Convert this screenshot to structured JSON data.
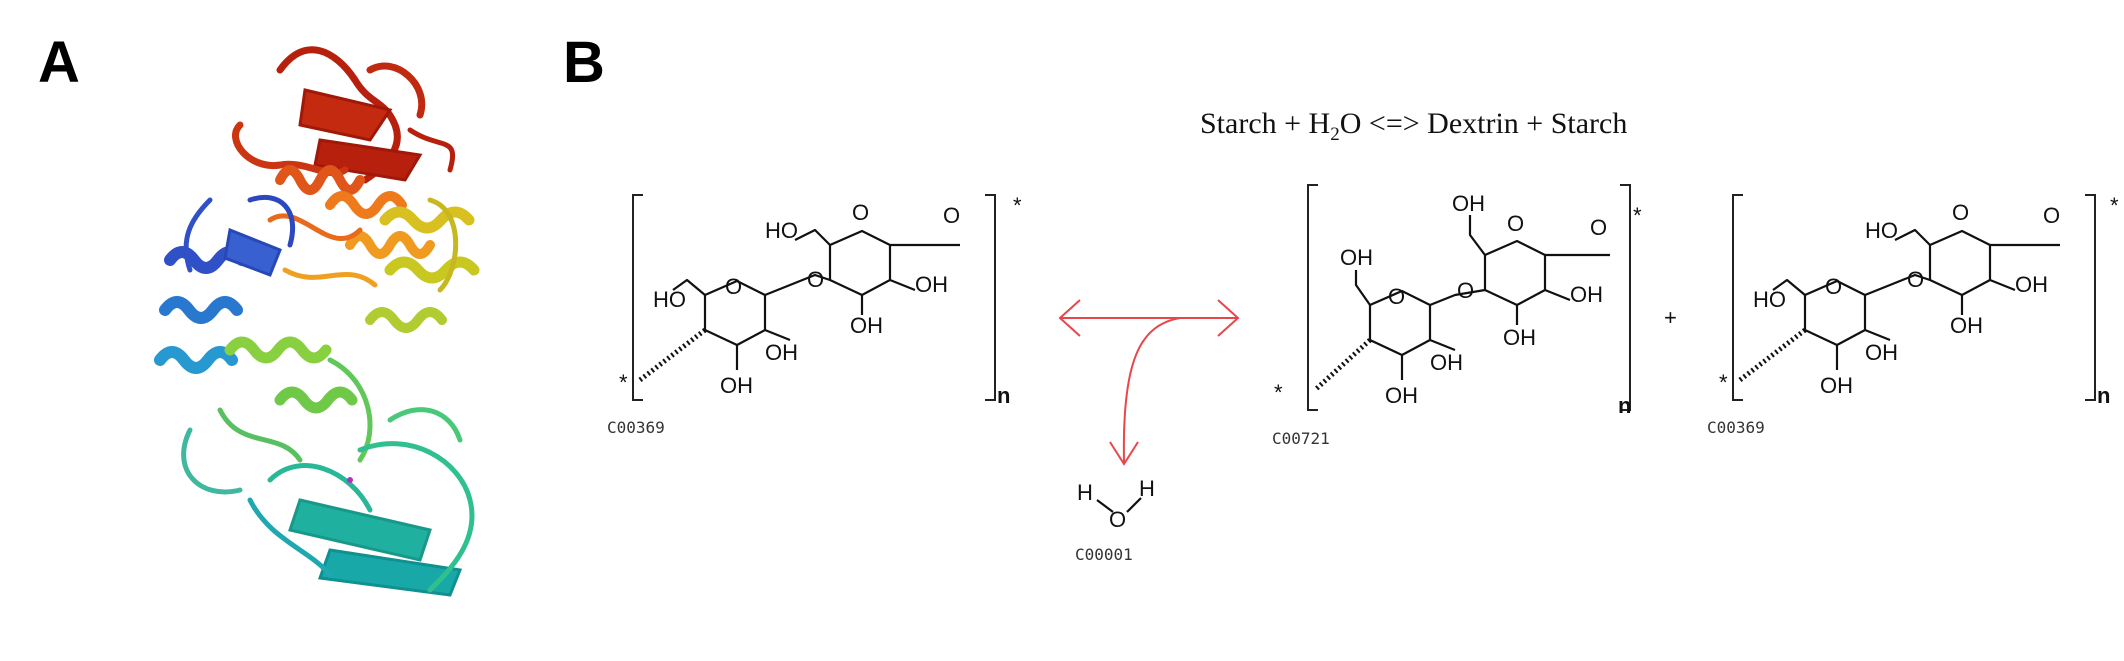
{
  "panels": {
    "a_label": "A",
    "b_label": "B"
  },
  "reaction": {
    "equation_parts": [
      "Starch + H",
      "2",
      "O <=> Dextrin + Starch"
    ],
    "plus_sign": "+",
    "compounds": [
      {
        "id": "C00369",
        "name": "Starch"
      },
      {
        "id": "C00721",
        "name": "Dextrin"
      },
      {
        "id": "C00369",
        "name": "Starch"
      },
      {
        "id": "C00001",
        "name": "H2O"
      }
    ],
    "atoms": {
      "oh": "OH",
      "ho": "HO",
      "o": "O",
      "h": "H",
      "n": "n",
      "star": "*"
    },
    "arrow_color": "#e8474a"
  },
  "protein_colors": [
    "#b8200e",
    "#e0561a",
    "#f0a020",
    "#c8c820",
    "#88d040",
    "#40c870",
    "#20b8a8",
    "#2898d0",
    "#3050c8"
  ]
}
